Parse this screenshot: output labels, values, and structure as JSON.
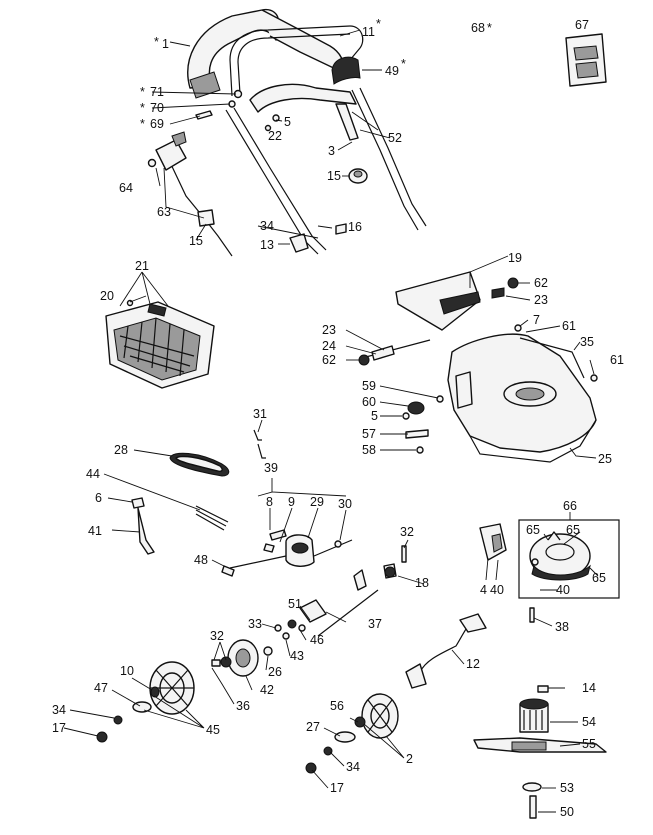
{
  "labels": {
    "l1": "1",
    "l1s": "*",
    "l11": "11",
    "l11s": "*",
    "l68": "68",
    "l68s": "*",
    "l67": "67",
    "l49": "49",
    "l49s": "*",
    "l71": "71",
    "l71s": "*",
    "l70": "70",
    "l70s": "*",
    "l69": "69",
    "l69s": "*",
    "l5a": "5",
    "l22": "22",
    "l52": "52",
    "l3": "3",
    "l15a": "15",
    "l64": "64",
    "l63": "63",
    "l15b": "15",
    "l34a": "34",
    "l16": "16",
    "l13": "13",
    "l21": "21",
    "l20": "20",
    "l19": "19",
    "l62a": "62",
    "l23a": "23",
    "l7": "7",
    "l61a": "61",
    "l35": "35",
    "l61b": "61",
    "l23b": "23",
    "l24": "24",
    "l62b": "62",
    "l59": "59",
    "l60": "60",
    "l5b": "5",
    "l57": "57",
    "l58": "58",
    "l25": "25",
    "l31": "31",
    "l28": "28",
    "l39": "39",
    "l44": "44",
    "l8": "8",
    "l9": "9",
    "l29": "29",
    "l30": "30",
    "l6": "6",
    "l41": "41",
    "l48": "48",
    "l66": "66",
    "l65a": "65",
    "l65b": "65",
    "l65c": "65",
    "l4": "4",
    "l40a": "40",
    "l40b": "40",
    "l32a": "32",
    "l18": "18",
    "l38": "38",
    "l51": "51",
    "l37": "37",
    "l33": "33",
    "l46": "46",
    "l43": "43",
    "l32b": "32",
    "l26": "26",
    "l12": "12",
    "l10": "10",
    "l42": "42",
    "l47": "47",
    "l36": "36",
    "l34b": "34",
    "l45": "45",
    "l17a": "17",
    "l14": "14",
    "l56": "56",
    "l54": "54",
    "l27": "27",
    "l55": "55",
    "l2": "2",
    "l34c": "34",
    "l17b": "17",
    "l53": "53",
    "l50": "50"
  }
}
